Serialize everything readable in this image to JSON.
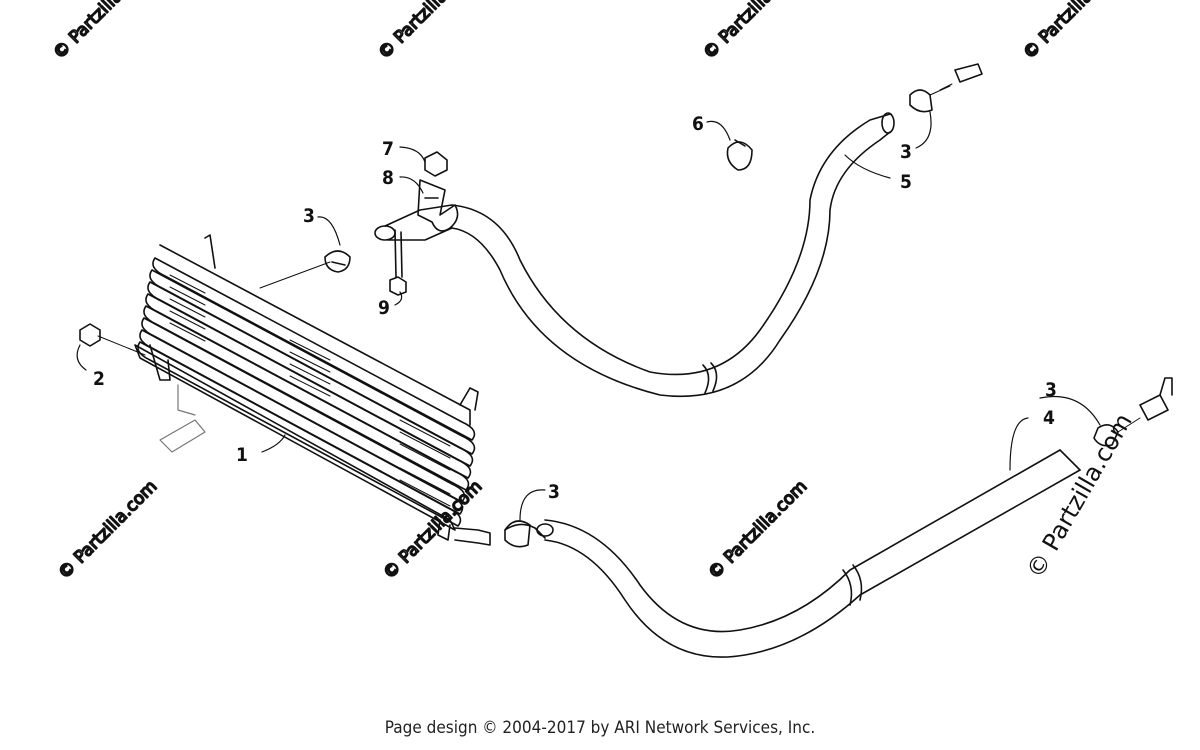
{
  "diagram": {
    "callouts": [
      "1",
      "2",
      "3",
      "3",
      "3",
      "3",
      "4",
      "5",
      "6",
      "7",
      "8",
      "9"
    ],
    "watermark": "© Partzilla.com",
    "watermark_faint": "© Partzilla"
  },
  "footer": {
    "text": "Page design © 2004-2017 by ARI Network Services, Inc."
  }
}
